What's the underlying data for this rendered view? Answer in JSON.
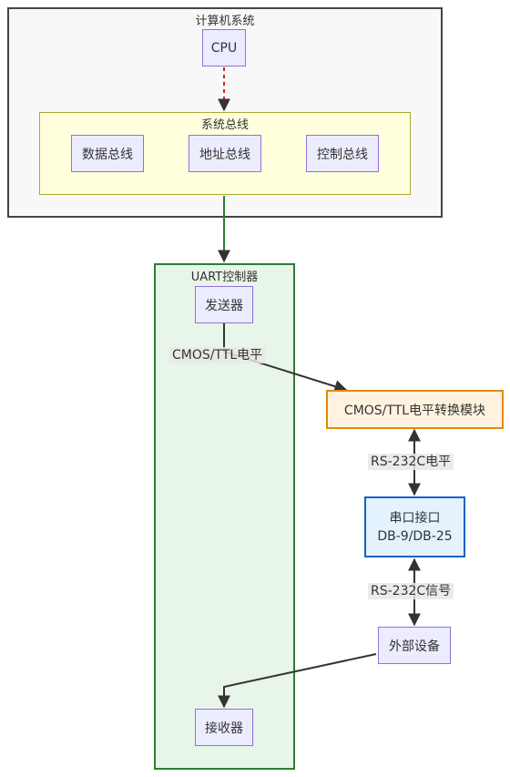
{
  "clusters": {
    "computer": {
      "title": "计算机系统"
    },
    "system_bus": {
      "title": "系统总线"
    },
    "uart": {
      "title": "UART控制器"
    }
  },
  "nodes": {
    "cpu": "CPU",
    "data_bus": "数据总线",
    "address_bus": "地址总线",
    "control_bus": "控制总线",
    "transmitter": "发送器",
    "receiver": "接收器",
    "level_converter": "CMOS/TTL电平转换模块",
    "serial_port_line1": "串口接口",
    "serial_port_line2": "DB-9/DB-25",
    "external_device": "外部设备"
  },
  "edge_labels": {
    "cmos_ttl": "CMOS/TTL电平",
    "rs232_level": "RS-232C电平",
    "rs232_signal": "RS-232C信号"
  },
  "colors": {
    "cluster_border": "#444444",
    "system_bus_fill": "#FFFFDE",
    "system_bus_border": "#AAAA33",
    "uart_fill": "#E8F5E9",
    "uart_border": "#2E7D32",
    "node_fill": "#ECECFF",
    "node_border": "#9370DB",
    "converter_fill": "#FFF3E0",
    "converter_border": "#E68A00",
    "serial_fill": "#E3F2FD",
    "serial_border": "#1565C0",
    "cpu_arrow": "#C62828",
    "bus_link": "#2E7D32"
  }
}
